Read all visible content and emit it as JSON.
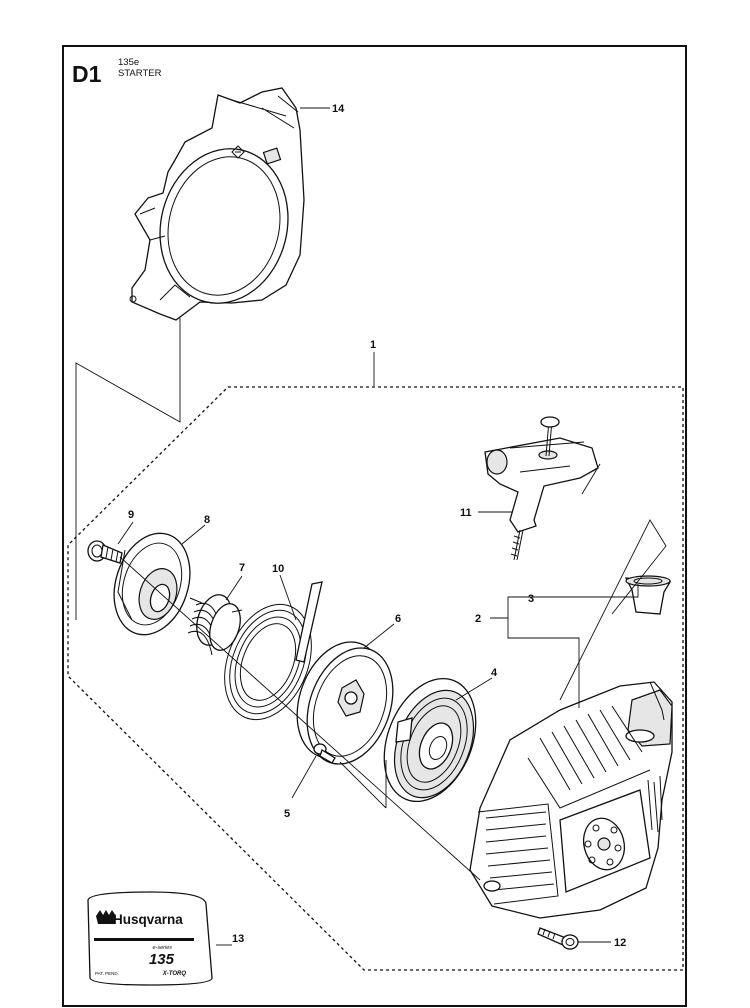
{
  "header": {
    "section_code": "D1",
    "model": "135e",
    "section_title": "STARTER"
  },
  "callouts": [
    {
      "id": "callout-1",
      "label": "1"
    },
    {
      "id": "callout-2",
      "label": "2"
    },
    {
      "id": "callout-3",
      "label": "3"
    },
    {
      "id": "callout-4",
      "label": "4"
    },
    {
      "id": "callout-5",
      "label": "5"
    },
    {
      "id": "callout-6",
      "label": "6"
    },
    {
      "id": "callout-7",
      "label": "7"
    },
    {
      "id": "callout-8",
      "label": "8"
    },
    {
      "id": "callout-9",
      "label": "9"
    },
    {
      "id": "callout-10",
      "label": "10"
    },
    {
      "id": "callout-11",
      "label": "11"
    },
    {
      "id": "callout-12",
      "label": "12"
    },
    {
      "id": "callout-13",
      "label": "13"
    },
    {
      "id": "callout-14",
      "label": "14"
    }
  ],
  "decal": {
    "brand": "Husqvarna",
    "series": "e-series",
    "model": "135",
    "patent": "PAT. PEND.",
    "feature": "X-TORQ"
  }
}
